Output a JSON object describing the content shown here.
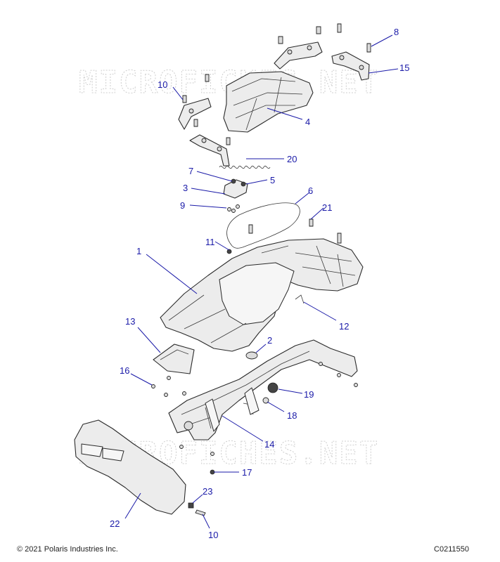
{
  "watermark": "MICROFICHES.NET",
  "callouts": [
    {
      "id": "c8",
      "label": "8"
    },
    {
      "id": "c15",
      "label": "15"
    },
    {
      "id": "c10a",
      "label": "10"
    },
    {
      "id": "c4",
      "label": "4"
    },
    {
      "id": "c20",
      "label": "20"
    },
    {
      "id": "c7",
      "label": "7"
    },
    {
      "id": "c5",
      "label": "5"
    },
    {
      "id": "c3",
      "label": "3"
    },
    {
      "id": "c6",
      "label": "6"
    },
    {
      "id": "c9",
      "label": "9"
    },
    {
      "id": "c21",
      "label": "21"
    },
    {
      "id": "c11",
      "label": "11"
    },
    {
      "id": "c1",
      "label": "1"
    },
    {
      "id": "c12",
      "label": "12"
    },
    {
      "id": "c13",
      "label": "13"
    },
    {
      "id": "c2",
      "label": "2"
    },
    {
      "id": "c16",
      "label": "16"
    },
    {
      "id": "c19",
      "label": "19"
    },
    {
      "id": "c18",
      "label": "18"
    },
    {
      "id": "c14",
      "label": "14"
    },
    {
      "id": "c17",
      "label": "17"
    },
    {
      "id": "c23",
      "label": "23"
    },
    {
      "id": "c22",
      "label": "22"
    },
    {
      "id": "c10b",
      "label": "10"
    }
  ],
  "footer": {
    "copyright": "© 2021 Polaris Industries Inc.",
    "code": "C0211550"
  }
}
